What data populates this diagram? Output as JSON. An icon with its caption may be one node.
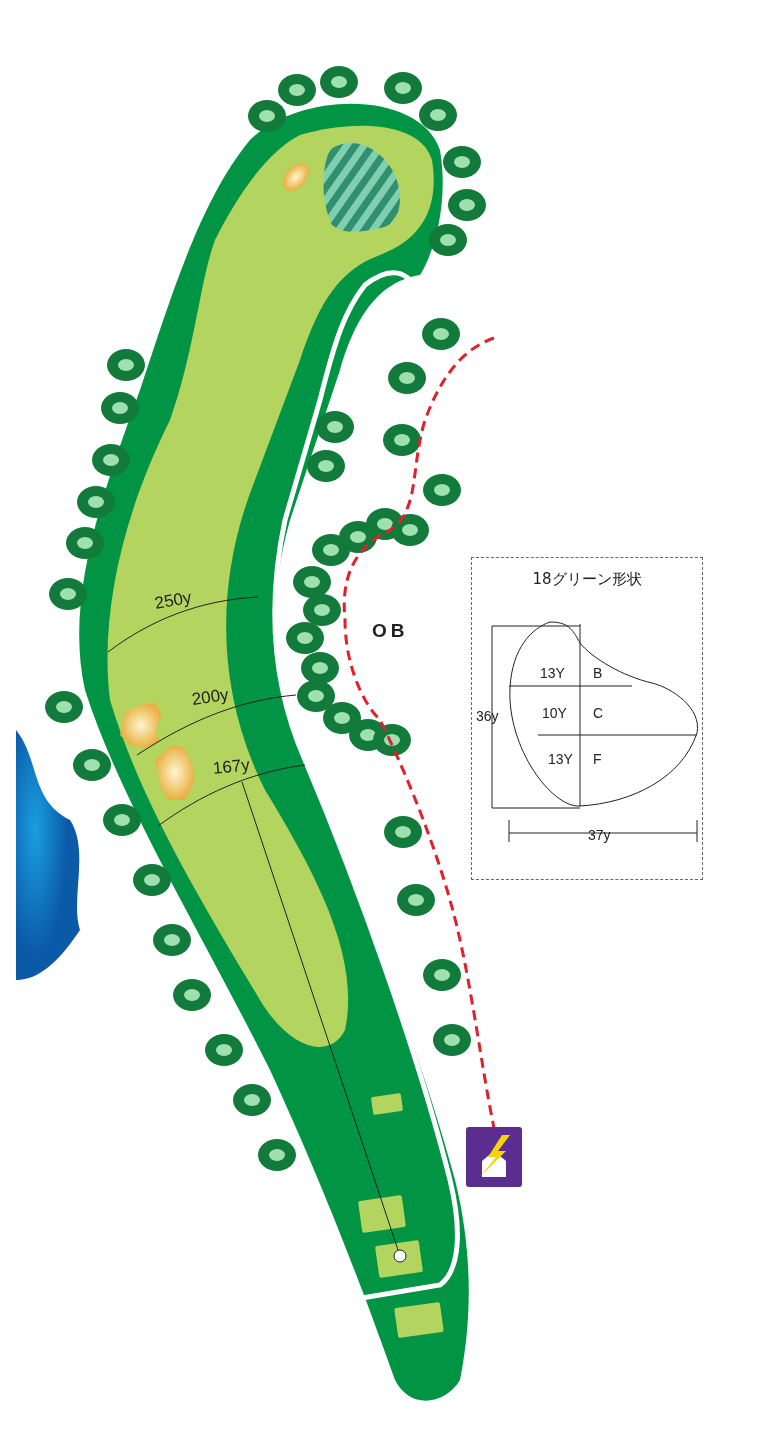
{
  "diagram": {
    "nodes": [
      {
        "text": [
          "18グリーン形状"
        ]
      }
    ],
    "labels": [
      "250y",
      "200y",
      "167y",
      "OB",
      "13Y",
      "B",
      "10Y",
      "C",
      "13Y",
      "F",
      "36y",
      "37y"
    ]
  }
}
